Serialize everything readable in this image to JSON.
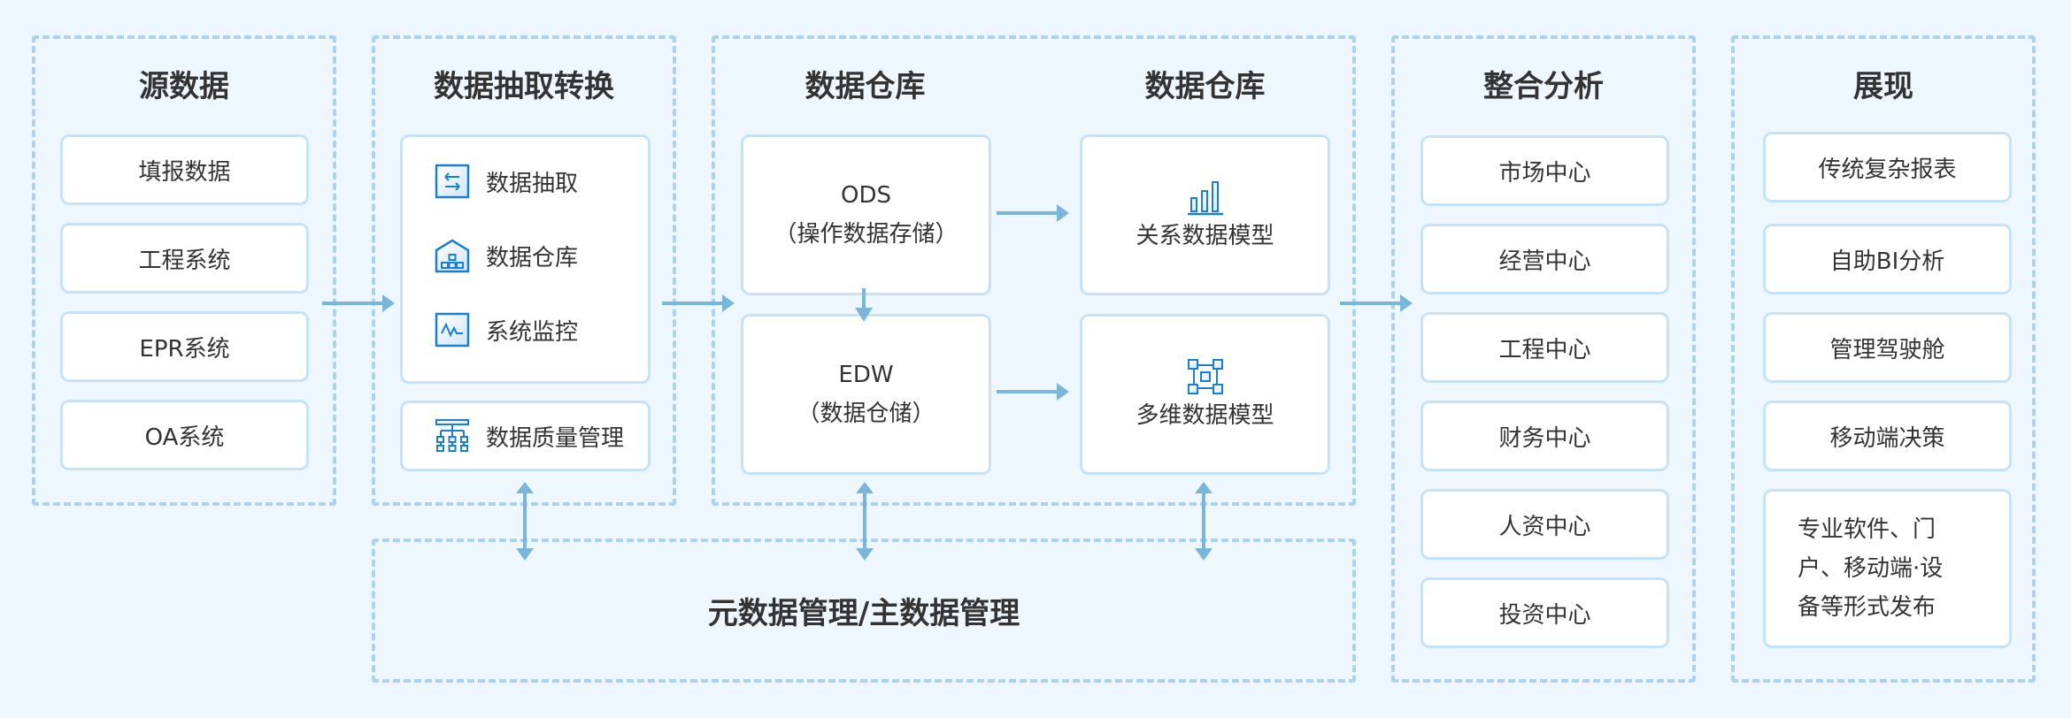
{
  "colors": {
    "background": "#eff7fe",
    "group_border": "#a9d3ee",
    "card_border": "#c6e2fb",
    "arrow": "#7ab5dc",
    "icon": "#1a7fd0",
    "text": "#333333"
  },
  "columns": {
    "source": {
      "title": "源数据",
      "items": [
        "填报数据",
        "工程系统",
        "EPR系统",
        "OA系统"
      ]
    },
    "etl": {
      "title": "数据抽取转换",
      "items": [
        {
          "icon": "data-extract-icon",
          "label": "数据抽取"
        },
        {
          "icon": "warehouse-icon",
          "label": "数据仓库"
        },
        {
          "icon": "monitor-icon",
          "label": "系统监控"
        }
      ],
      "quality": {
        "icon": "hierarchy-icon",
        "label": "数据质量管理"
      }
    },
    "warehouse_left": {
      "title": "数据仓库",
      "ods": {
        "name": "ODS",
        "desc": "（操作数据存储）"
      },
      "edw": {
        "name": "EDW",
        "desc": "（数据仓储）"
      }
    },
    "warehouse_right": {
      "title": "数据仓库",
      "relational": {
        "icon": "bar-chart-icon",
        "label": "关系数据模型"
      },
      "multidim": {
        "icon": "nodes-icon",
        "label": "多维数据模型"
      }
    },
    "analysis": {
      "title": "整合分析",
      "items": [
        "市场中心",
        "经营中心",
        "工程中心",
        "财务中心",
        "人资中心",
        "投资中心"
      ]
    },
    "display": {
      "title": "展现",
      "items": [
        "传统复杂报表",
        "自助BI分析",
        "管理驾驶舱",
        "移动端决策"
      ],
      "publish_lines": [
        "专业软件、门",
        "户、移动端·设",
        "备等形式发布"
      ]
    }
  },
  "metadata": {
    "title": "元数据管理/主数据管理"
  }
}
